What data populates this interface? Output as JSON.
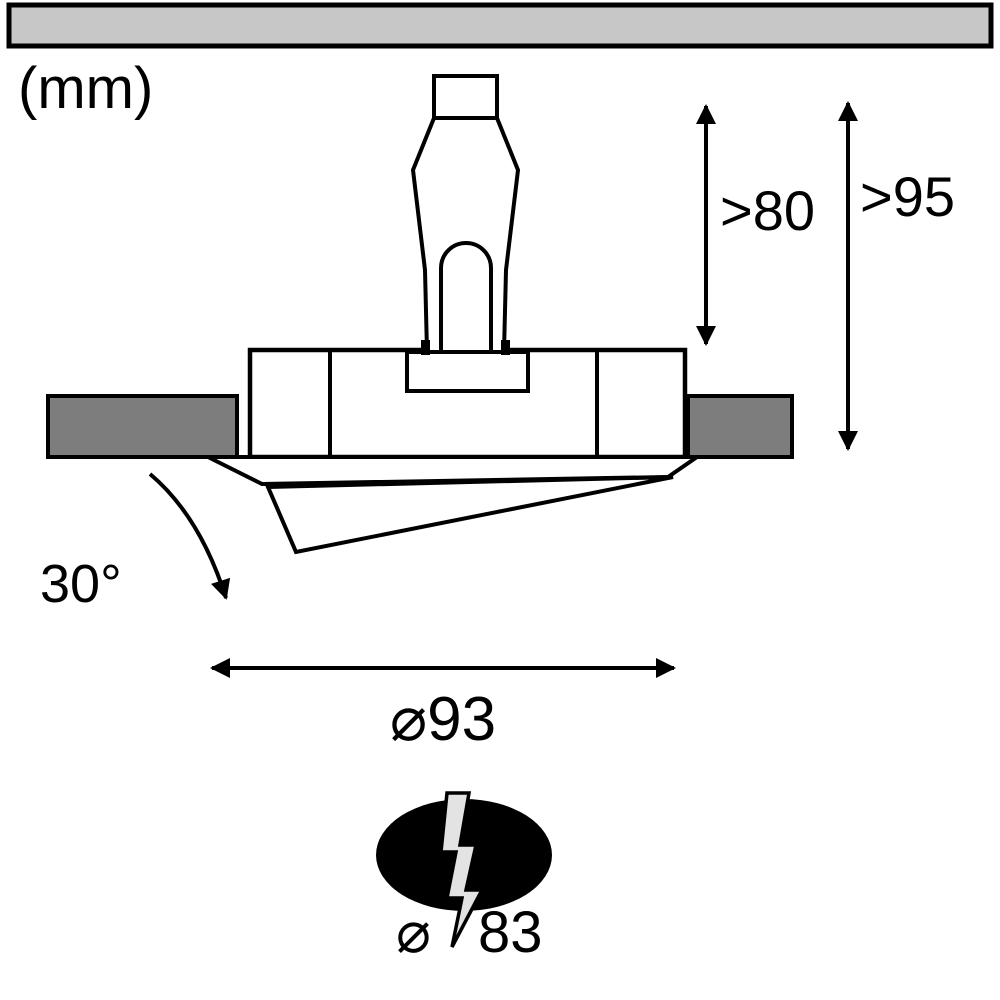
{
  "diagram": {
    "unit_label": "(mm)",
    "dimensions": {
      "recess_depth_min": ">80",
      "total_recess_min": ">95",
      "tilt_angle": "30°",
      "fixture_diameter": "⌀93",
      "cutout_symbol": "⌀",
      "cutout_value": "83"
    },
    "colors": {
      "background": "#ffffff",
      "outline": "#000000",
      "ceiling_slab_fill": "#c7c7c7",
      "ceiling_section_fill": "#7d7d7d",
      "cutout_fill": "#000000",
      "bolt_fill": "#e3e3e3"
    }
  }
}
